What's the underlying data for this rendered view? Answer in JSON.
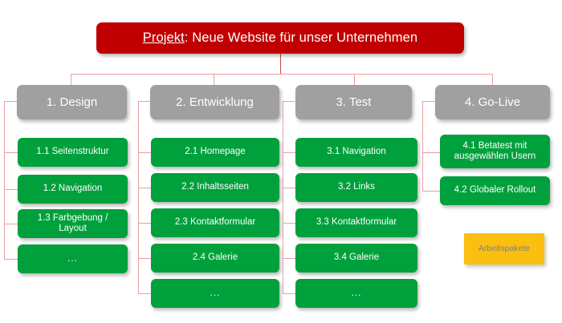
{
  "diagram": {
    "type": "project-work-breakdown-structure",
    "language": "de",
    "colors": {
      "root": "#C00000",
      "phase": "#A0A0A0",
      "package": "#00A03C",
      "legend": "#FBBF10",
      "connector": "#E8A0A0",
      "background": "#FFFFFF",
      "node_text": "#FFFFFF",
      "legend_text": "#808080"
    },
    "root": {
      "label_underlined": "Projekt",
      "label_rest": ": Neue Website für unser Unternehmen",
      "label_full": "Projekt: Neue Website für unser Unternehmen"
    },
    "phases": [
      {
        "id": "1",
        "label": "1. Design",
        "packages": [
          {
            "label": "1.1 Seitenstruktur"
          },
          {
            "label": "1.2 Navigation"
          },
          {
            "label": "1.3 Farbgebung /\nLayout"
          },
          {
            "label": "..."
          }
        ]
      },
      {
        "id": "2",
        "label": "2. Entwicklung",
        "packages": [
          {
            "label": "2.1 Homepage"
          },
          {
            "label": "2.2 Inhaltsseiten"
          },
          {
            "label": "2.3 Kontaktformular"
          },
          {
            "label": "2.4 Galerie"
          },
          {
            "label": "..."
          }
        ]
      },
      {
        "id": "3",
        "label": "3. Test",
        "packages": [
          {
            "label": "3.1 Navigation"
          },
          {
            "label": "3.2 Links"
          },
          {
            "label": "3.3 Kontaktformular"
          },
          {
            "label": "3.4 Galerie"
          },
          {
            "label": "..."
          }
        ]
      },
      {
        "id": "4",
        "label": "4. Go-Live",
        "packages": [
          {
            "label": "4.1 Betatest mit\nausgewählen Usern"
          },
          {
            "label": "4.2 Globaler Rollout"
          }
        ]
      }
    ],
    "legend": {
      "label": "Arbeitspakete"
    }
  }
}
